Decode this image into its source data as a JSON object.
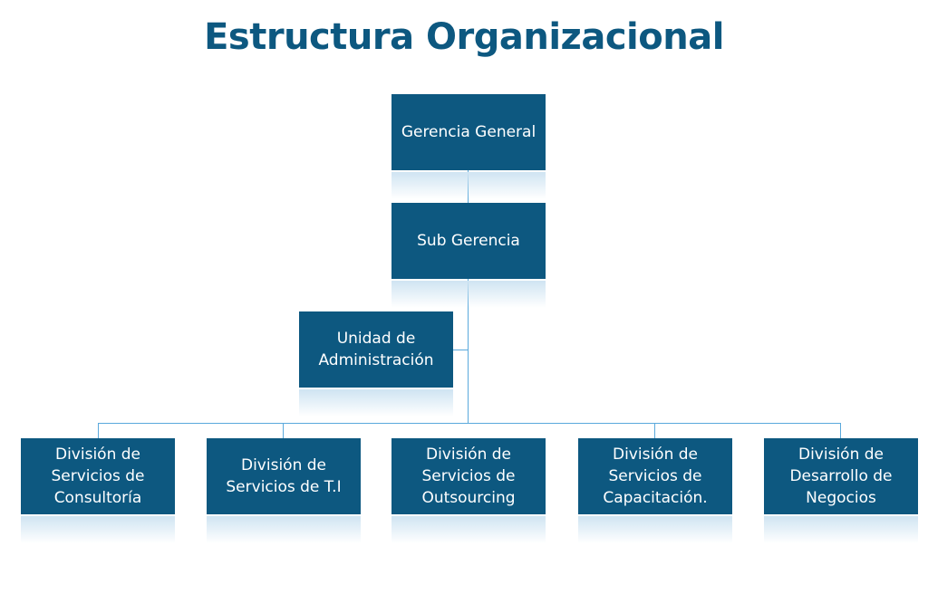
{
  "title": "Estructura Organizacional",
  "nodes": {
    "gerencia": "Gerencia General",
    "sub": "Sub Gerencia",
    "unidad": "Unidad de Administración",
    "consultoria": "División de Servicios de Consultoría",
    "ti": "División de Servicios de T.I",
    "outsourcing": "División de Servicios de Outsourcing",
    "capacitacion": "División de Servicios de Capacitación.",
    "negocios": "División de Desarrollo de Negocios"
  },
  "colors": {
    "box": "#0d5880",
    "line": "#5aa9dc"
  }
}
